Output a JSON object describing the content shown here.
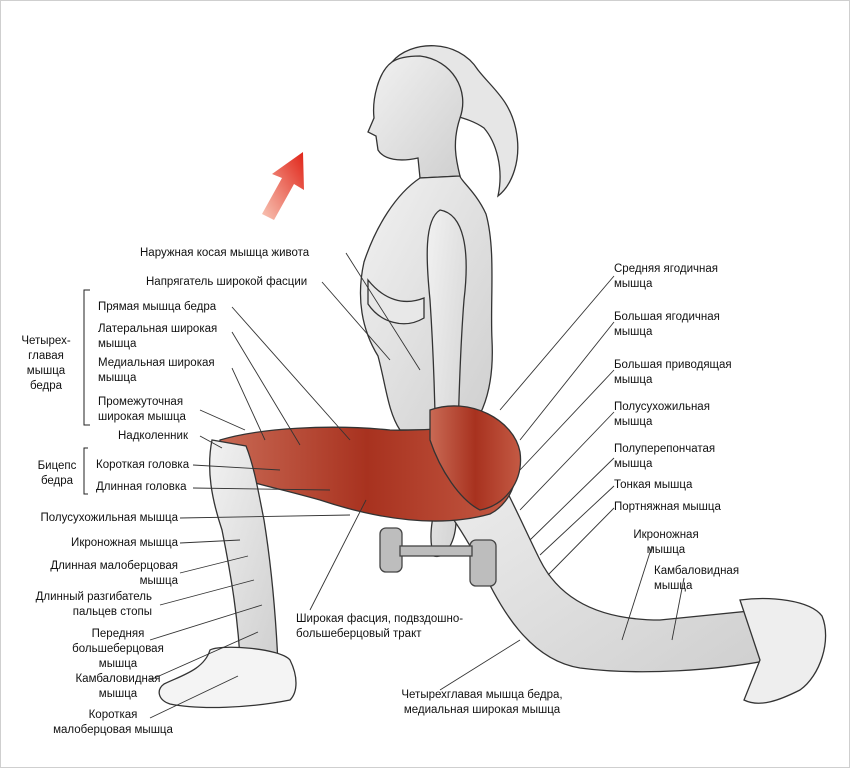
{
  "labels_left": {
    "ext_oblique": "Наружная косая мышца живота",
    "tfl": "Напрягатель широкой фасции",
    "rectus_femoris": "Прямая мышца бедра",
    "vastus_lateralis": "Латеральная широкая мышца",
    "vastus_medialis": "Медиальная широкая мышца",
    "vastus_intermedius": "Промежуточная широкая мышца",
    "patella": "Надколенник",
    "short_head": "Короткая головка",
    "long_head": "Длинная головка",
    "semitendinosus": "Полусухожильная мышца",
    "gastrocnemius": "Икроножная мышца",
    "peroneus_longus": "Длинная малоберцовая мышца",
    "ext_digitorum": "Длинный разгибатель пальцев стопы",
    "tibialis_anterior": "Передняя большеберцовая мышца",
    "soleus": "Камбаловидная мышца",
    "peroneus_brevis": "Короткая малоберцовая мышца"
  },
  "groups": {
    "quadriceps": "Четырех-главая мышца бедра",
    "biceps": "Бицепс бедра"
  },
  "labels_center": {
    "it_band": "Широкая фасция, подвздошно-большеберцовый тракт",
    "quad_medial": "Четырехглавая мышца бедра, медиальная широкая мышца"
  },
  "labels_right": {
    "glute_med": "Средняя ягодичная мышца",
    "glute_max": "Большая ягодичная мышца",
    "adductor_magnus": "Большая приводящая мышца",
    "semitendinosus": "Полусухожильная мышца",
    "semimembranosus": "Полуперепончатая мышца",
    "gracilis": "Тонкая мышца",
    "sartorius": "Портняжная мышца",
    "gastrocnemius": "Икроножная мышца",
    "soleus": "Камбаловидная мышца"
  },
  "colors": {
    "arrow_top": "#e02418",
    "arrow_bottom": "#f6b9a6",
    "muscle_highlight": "#b5402c",
    "skin_shade": "#d9d9d9",
    "outline": "#333333"
  }
}
